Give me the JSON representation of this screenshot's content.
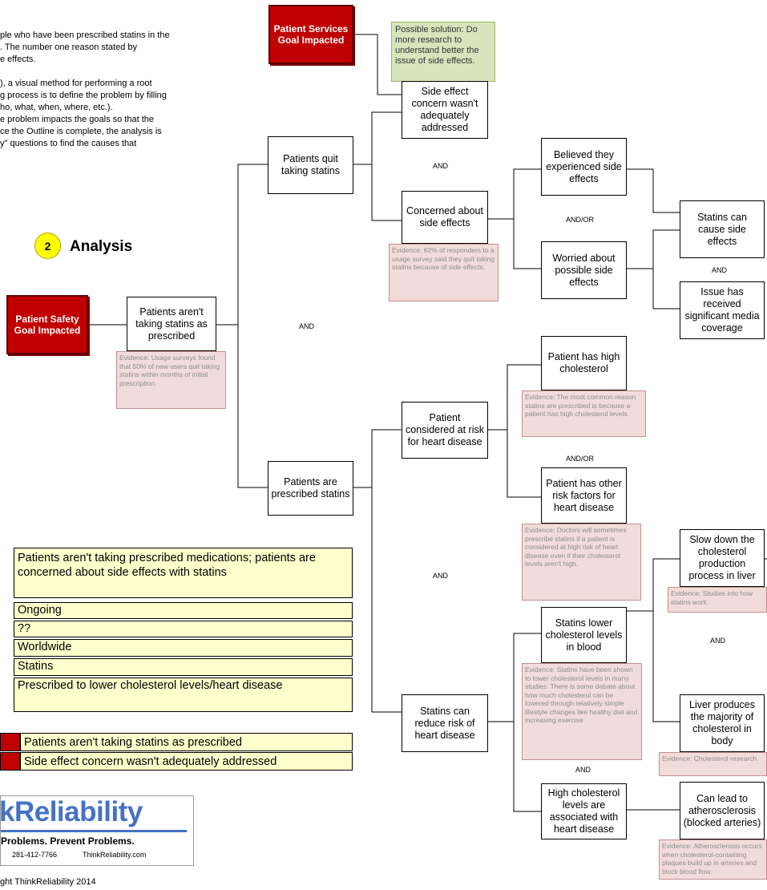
{
  "intro_lines": [
    "ple who have been prescribed statins in the",
    ". The number one reason stated by",
    "e effects.",
    "",
    "), a visual method for performing a root",
    "g process is to define the problem by filling",
    "ho, what, when, where, etc.).",
    "e problem impacts the goals so that the",
    "ce the Outline is complete, the analysis is",
    "y\" questions to find the causes that"
  ],
  "analysis": {
    "number": "2",
    "title": "Analysis"
  },
  "goals": {
    "patient_services": "Patient Services Goal Impacted",
    "patient_safety": "Patient Safety Goal Impacted"
  },
  "solution": "Possible solution:  Do more research to understand better the issue of side effects.",
  "boxes": {
    "side_effect_concern": "Side effect concern wasn't adequately addressed",
    "patients_quit": "Patients quit taking statins",
    "believed_side_effects": "Believed they experienced side effects",
    "concerned_side_effects": "Concerned about side effects",
    "statins_cause": "Statins can cause side effects",
    "worried_side_effects": "Worried about possible side effects",
    "media_coverage": "Issue has received significant media coverage",
    "not_taking": "Patients aren't taking statins as prescribed",
    "high_cholesterol": "Patient has high cholesterol",
    "risk_heart": "Patient considered at risk for heart disease",
    "other_risk": "Patient has other risk factors for heart disease",
    "prescribed": "Patients are prescribed statins",
    "slow_down": "Slow down the cholesterol production process in liver",
    "statins_lower": "Statins lower cholesterol levels in blood",
    "liver_produces": "Liver produces the majority of cholesterol in body",
    "reduce_risk": "Statins can reduce risk of heart disease",
    "high_chol_assoc": "High cholesterol levels are associated with heart disease",
    "atherosclerosis": "Can lead to atherosclerosis (blocked arteries)"
  },
  "evidence": {
    "concerned": "Evidence:  62% of responders to a usage survey said they quit taking statins because of side effects.",
    "not_taking": "Evidence:  Usage surveys found that 50% of new users quit taking statins within months of initial prescription.",
    "high_cholesterol": "Evidence:  The most common reason statins are prescribed is because a patient has high cholesterol levels.",
    "other_risk": "Evidence:  Doctors will sometimes prescribe statins if a patient is considered at high risk of heart disease even if their cholesterol levels aren't high.",
    "slow_down": "Evidence:  Studies into how statins work.",
    "statins_lower": "Evidence:  Statins have been shown to lower cholesterol levels in many studies. There is some debate about how much cholesterol can be lowered through relatively simple lifestyle changes like healthy diet and increasing exercise.",
    "liver": "Evidence:  Cholesterol research.",
    "athero": "Evidence:  Atherosclerosis occurs when cholesterol-containing plaques build up in arteries and block blood flow."
  },
  "connectors": {
    "and": "AND",
    "andor": "AND/OR"
  },
  "outline": {
    "problem": "Patients aren't taking prescribed medications; patients are concerned about side effects with statins",
    "when": "Ongoing",
    "different": "??",
    "where": "Worldwide",
    "equipment": "Statins",
    "task": "Prescribed to lower cholesterol levels/heart disease",
    "impact_safety": "Patients aren't taking statins as prescribed",
    "impact_services": "Side effect concern wasn't adequately addressed"
  },
  "logo": {
    "wordmark": "kReliability",
    "tagline": "Problems.  Prevent Problems.",
    "phone": "281-412-7766",
    "website": "ThinkReliability.com"
  },
  "copyright": "ght ThinkReliability 2014",
  "colors": {
    "goal_red": "#c00000",
    "solution_green": "#d8e4bc",
    "evidence_pink": "#f2dcdb",
    "outline_yellow": "#ffffcc",
    "logo_blue": "#4472c4"
  }
}
